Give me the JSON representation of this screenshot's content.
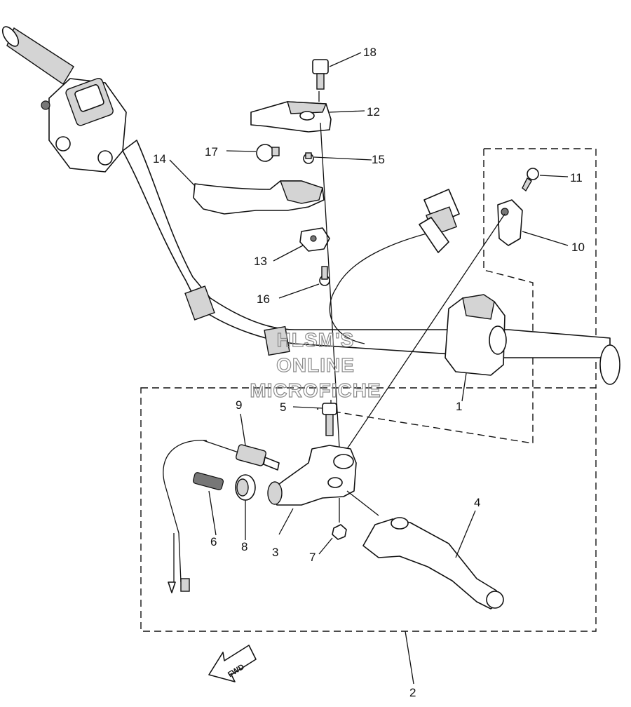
{
  "callouts": {
    "c1": "1",
    "c2": "2",
    "c3": "3",
    "c4": "4",
    "c5": "5",
    "c6": "6",
    "c7": "7",
    "c8": "8",
    "c9": "9",
    "c10": "10",
    "c11": "11",
    "c12": "12",
    "c13": "13",
    "c14": "14",
    "c15": "15",
    "c16": "16",
    "c17": "17",
    "c18": "18"
  },
  "watermark": {
    "line1": "HLSM'S",
    "line2": "ONLINE",
    "line3": "MICROFICHE"
  },
  "fwd_label": "FWD"
}
